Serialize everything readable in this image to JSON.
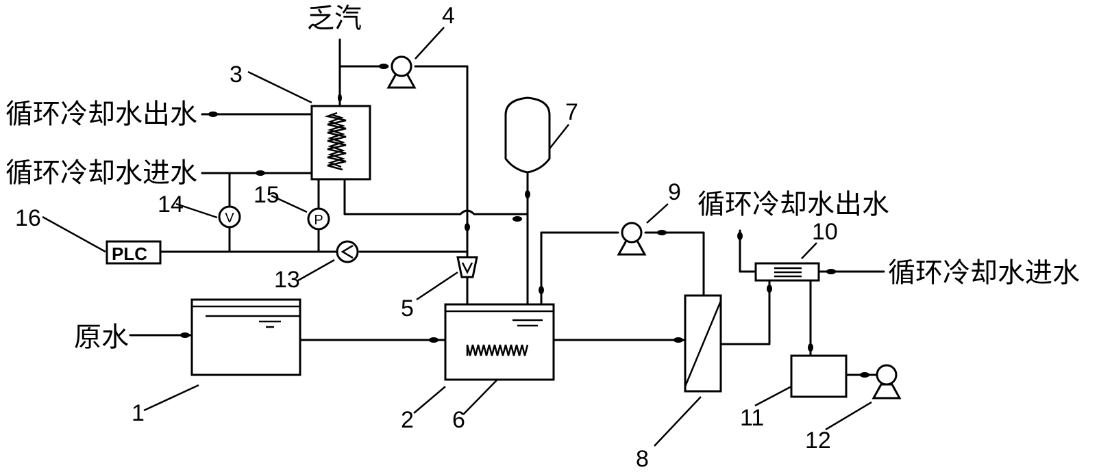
{
  "labels": {
    "exhaust_steam": "乏汽",
    "cooling_water_out_left": "循环冷却水出水",
    "cooling_water_in_left": "循环冷却水进水",
    "raw_water": "原水",
    "cooling_water_out_right": "循环冷却水出水",
    "cooling_water_in_right": "循环冷却水进水",
    "plc": "PLC",
    "valve_v": "V",
    "pump_p": "P"
  },
  "components": {
    "n1": "1",
    "n2": "2",
    "n3": "3",
    "n4": "4",
    "n5": "5",
    "n6": "6",
    "n7": "7",
    "n8": "8",
    "n9": "9",
    "n10": "10",
    "n11": "11",
    "n12": "12",
    "n13": "13",
    "n14": "14",
    "n15": "15",
    "n16": "16"
  }
}
